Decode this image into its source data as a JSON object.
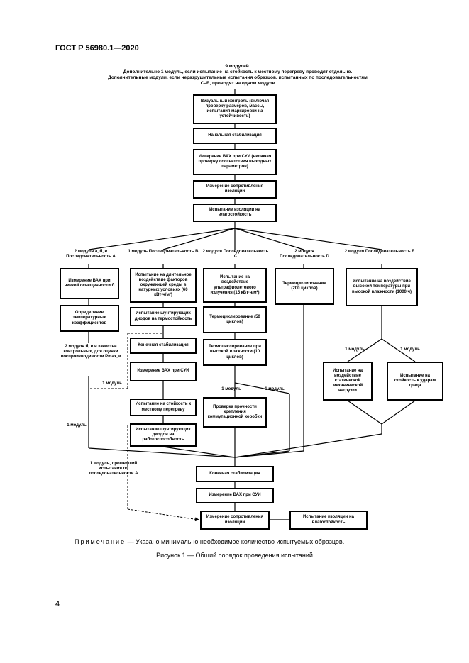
{
  "header": "ГОСТ Р 56980.1—2020",
  "top_text": {
    "line1": "9 модулей.",
    "line2": "Дополнительно 1 модуль, если испытание на стойкость к местному перегреву проводят отдельно.",
    "line3": "Дополнительные модули, если неразрушительные испытания образцов, испытанных по последовательностям C–E, проводят на одном модуле"
  },
  "main_boxes": {
    "visual": "Визуальный контроль (включая проверку размеров, массы, испытания маркировки на устойчивость)",
    "stab": "Начальная стабилизация",
    "vax": "Измерение ВАХ при СУИ (включая проверку соответствия выходных параметров)",
    "ins": "Измерение сопротивления изоляции",
    "wet": "Испытание изоляции на влагостойкость"
  },
  "sequences": {
    "A": {
      "title": "2 модуля а, б, в Последовательность A",
      "boxes": [
        "Измерение ВАХ при низкой освещенности б",
        "Определение температурных коэффициентов"
      ],
      "label_control": "2 модуля б, в в качестве контрольных, для оценки воспроизводимости Pmax,м",
      "label_1a": "1 модуль",
      "label_1b": "1 модуль"
    },
    "B": {
      "title": "1 модуль Последовательность B",
      "boxes": [
        "Испытание на длительное воздействие факторов окружающей среды в натурных условиях (60 кВт·ч/м²)",
        "Испытание шунтирующих диодов на термостойкость",
        "Конечная стабилизация",
        "Измерение ВАХ при СУИ",
        "Испытание на стойкость к местному перегреву",
        "Испытание шунтирующих диодов на работоспособность"
      ]
    },
    "C": {
      "title": "2 модуля Последовательность C",
      "boxes": [
        "Испытание на воздействие ультрафиолетового излучения (15 кВт·ч/м²)",
        "Термоциклирование (50 циклов)",
        "Термоциклирование при высокой влажности (10 циклов)",
        "Проверка прочности крепления коммутационной коробки"
      ],
      "label_1a": "1 модуль",
      "label_1b": "1 модуль"
    },
    "D": {
      "title": "2 модуля Последовательность D",
      "boxes": [
        "Термоциклирование (200 циклов)"
      ]
    },
    "E": {
      "title": "2 модуля Последовательность E",
      "boxes": [
        "Испытание на воздействие высокой температуры при высокой влажности (1000 ч)",
        "Испытание на воздействие статической механической нагрузки",
        "Испытание на стойкость к ударам града"
      ],
      "label_1a": "1 модуль",
      "label_1b": "1 модуль"
    }
  },
  "bottom": {
    "label_left": "1 модуль, прошедший испытания по последовательности A",
    "final_stab": "Конечная стабилизация",
    "final_vax": "Измерение ВАХ при СУИ",
    "final_ins": "Измерение сопротивления изоляции",
    "final_wet": "Испытание изоляции на влагостойкость"
  },
  "note_label": "Примечание",
  "note_text": " — Указано минимально необходимое количество испытуемых образцов.",
  "caption": "Рисунок 1 — Общий порядок проведения испытаний",
  "page_number": "4"
}
